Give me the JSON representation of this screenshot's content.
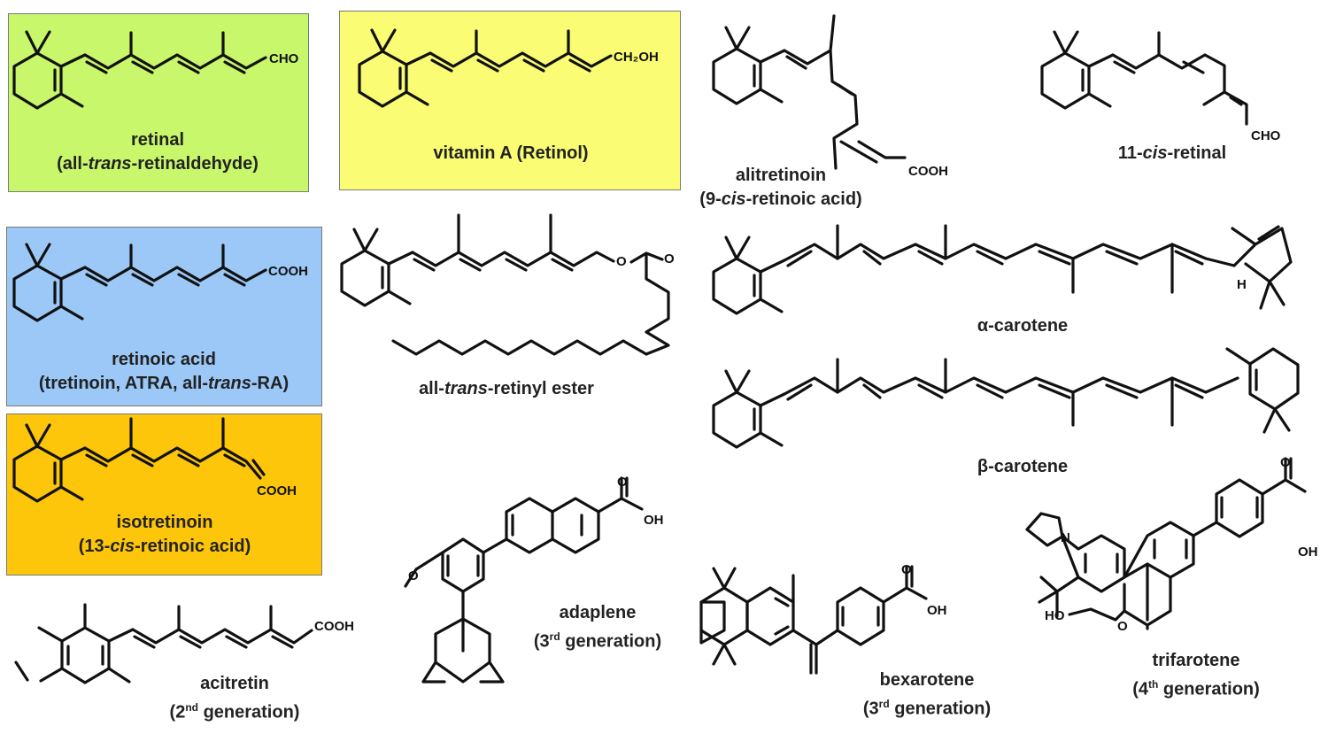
{
  "colors": {
    "retinal_box": "#c8f76b",
    "vitamin_a_box": "#fafc74",
    "retinoic_acid_box": "#9cc8f7",
    "isotretinoin_box": "#fdc60a"
  },
  "groups": {
    "cho": "CHO",
    "ch2oh": "CH₂OH",
    "cooh": "COOH",
    "oh": "OH",
    "o": "O",
    "h": "H",
    "n": "N",
    "ho": "HO"
  },
  "compounds": [
    {
      "id": "retinal",
      "lines": [
        [
          "retinal"
        ],
        [
          "(all-",
          {
            "i": "trans"
          },
          "-retinaldehyde)"
        ]
      ]
    },
    {
      "id": "vitamin-a",
      "lines": [
        [
          "vitamin A (Retinol)"
        ]
      ]
    },
    {
      "id": "alitretinoin",
      "lines": [
        [
          "alitretinoin"
        ],
        [
          "(9-",
          {
            "i": "cis"
          },
          "-retinoic acid)"
        ]
      ]
    },
    {
      "id": "11-cis-retinal",
      "lines": [
        [
          "11-",
          {
            "i": "cis"
          },
          "-retinal"
        ]
      ]
    },
    {
      "id": "retinoic-acid",
      "lines": [
        [
          "retinoic acid"
        ],
        [
          "(tretinoin, ATRA, all-",
          {
            "i": "trans"
          },
          "-RA)"
        ]
      ]
    },
    {
      "id": "retinyl-ester",
      "lines": [
        [
          "all-",
          {
            "i": "trans"
          },
          "-retinyl ester"
        ]
      ]
    },
    {
      "id": "alpha-carotene",
      "lines": [
        [
          "α-carotene"
        ]
      ]
    },
    {
      "id": "beta-carotene",
      "lines": [
        [
          "β-carotene"
        ]
      ]
    },
    {
      "id": "isotretinoin",
      "lines": [
        [
          "isotretinoin"
        ],
        [
          "(13-",
          {
            "i": "cis"
          },
          "-retinoic acid)"
        ]
      ]
    },
    {
      "id": "acitretin",
      "lines": [
        [
          "acitretin"
        ],
        [
          "(2",
          {
            "sup": "nd"
          },
          " generation)"
        ]
      ]
    },
    {
      "id": "adaplene",
      "lines": [
        [
          "adaplene"
        ],
        [
          "(3",
          {
            "sup": "rd"
          },
          " generation)"
        ]
      ]
    },
    {
      "id": "bexarotene",
      "lines": [
        [
          "bexarotene"
        ],
        [
          "(3",
          {
            "sup": "rd"
          },
          " generation)"
        ]
      ]
    },
    {
      "id": "trifarotene",
      "lines": [
        [
          "trifarotene"
        ],
        [
          "(4",
          {
            "sup": "th"
          },
          " generation)"
        ]
      ]
    }
  ]
}
